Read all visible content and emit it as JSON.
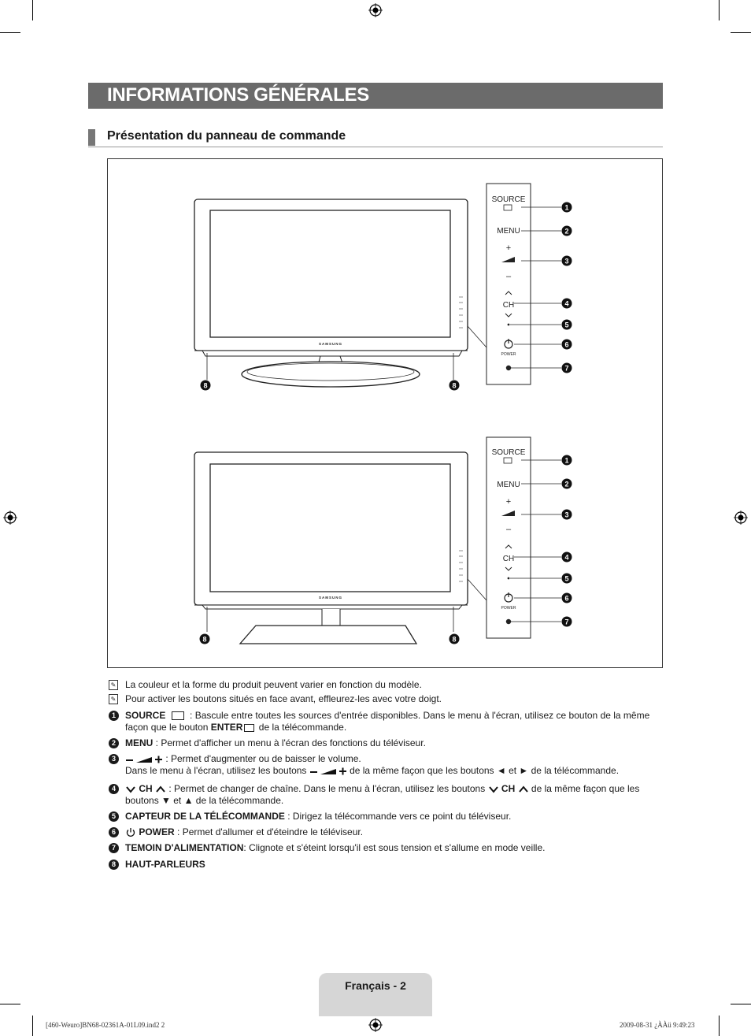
{
  "page": {
    "title": "INFORMATIONS GÉNÉRALES",
    "section_title": "Présentation du panneau de commande"
  },
  "figure": {
    "brand": "SAMSUNG",
    "panel": {
      "source": "SOURCE",
      "menu": "MENU",
      "plus": "+",
      "minus": "–",
      "ch": "CH",
      "power": "POWER"
    },
    "callouts": [
      "1",
      "2",
      "3",
      "4",
      "5",
      "6",
      "7",
      "8"
    ]
  },
  "notes": [
    "La couleur et la forme du produit peuvent varier en fonction du modèle.",
    "Pour activer les boutons situés en face avant, effleurez-les avec votre doigt."
  ],
  "items": {
    "source": {
      "num": "1",
      "label": "SOURCE",
      "text1": " : Bascule entre toutes les sources d'entrée disponibles. Dans le menu à l'écran, utilisez ce bouton de la même façon que le bouton ",
      "enter": "ENTER",
      "text2": " de la télécommande."
    },
    "menu": {
      "num": "2",
      "label": "MENU",
      "text": " : Permet d'afficher un menu à l'écran des fonctions du téléviseur."
    },
    "volume": {
      "num": "3",
      "text1": " : Permet d'augmenter ou de baisser le volume.",
      "text2a": "Dans le menu à l'écran, utilisez les boutons ",
      "text2b": " de la même façon que les boutons ◄ et ► de la télécommande."
    },
    "channel": {
      "num": "4",
      "label": "CH",
      "text1": " : Permet de changer de chaîne. Dans le menu à l'écran, utilisez les boutons ",
      "text2": " de la même façon que les boutons ▼ et ▲ de la télécommande."
    },
    "sensor": {
      "num": "5",
      "label": "CAPTEUR DE LA TÉLÉCOMMANDE",
      "text": " : Dirigez la télécommande vers ce point du téléviseur."
    },
    "power": {
      "num": "6",
      "label": "POWER",
      "text": " : Permet d'allumer et d'éteindre le téléviseur."
    },
    "indicator": {
      "num": "7",
      "label": "TEMOIN D'ALIMENTATION",
      "text": ": Clignote et s'éteint lorsqu'il est sous tension et s'allume en mode veille."
    },
    "speakers": {
      "num": "8",
      "label": "HAUT-PARLEURS"
    }
  },
  "footer": {
    "page_label": "Français - 2",
    "slug_left": "[460-Weuro]BN68-02361A-01L09.ind2   2",
    "slug_right": "2009-08-31   ¿ÀÀü 9:49:23"
  }
}
